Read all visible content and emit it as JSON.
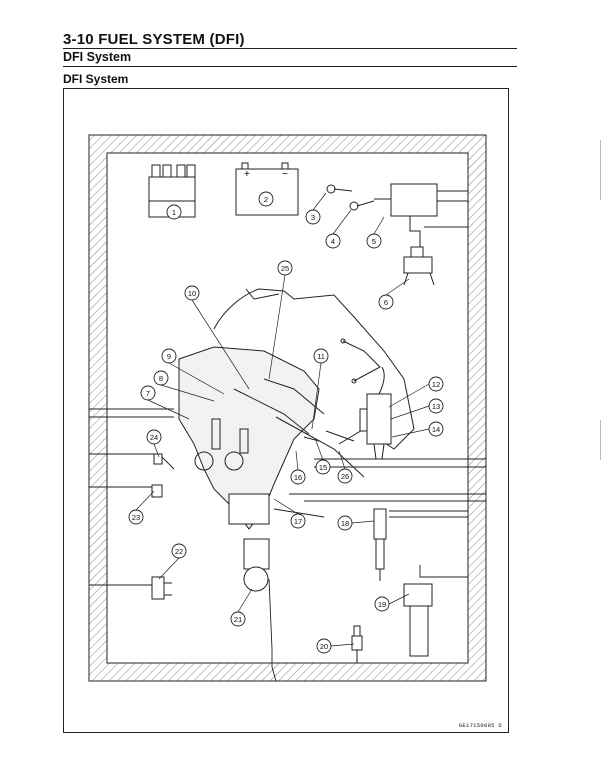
{
  "header": {
    "title": "3-10 FUEL SYSTEM (DFI)",
    "subtitle": "DFI System"
  },
  "section": {
    "title": "DFI System"
  },
  "figure": {
    "callouts": [
      "1",
      "2",
      "3",
      "4",
      "5",
      "6",
      "7",
      "8",
      "9",
      "10",
      "11",
      "12",
      "13",
      "14",
      "15",
      "16",
      "17",
      "18",
      "19",
      "20",
      "21",
      "22",
      "23",
      "24",
      "25",
      "26"
    ],
    "battery_plus": "+",
    "battery_minus": "−",
    "code": "GE17150085 D"
  }
}
